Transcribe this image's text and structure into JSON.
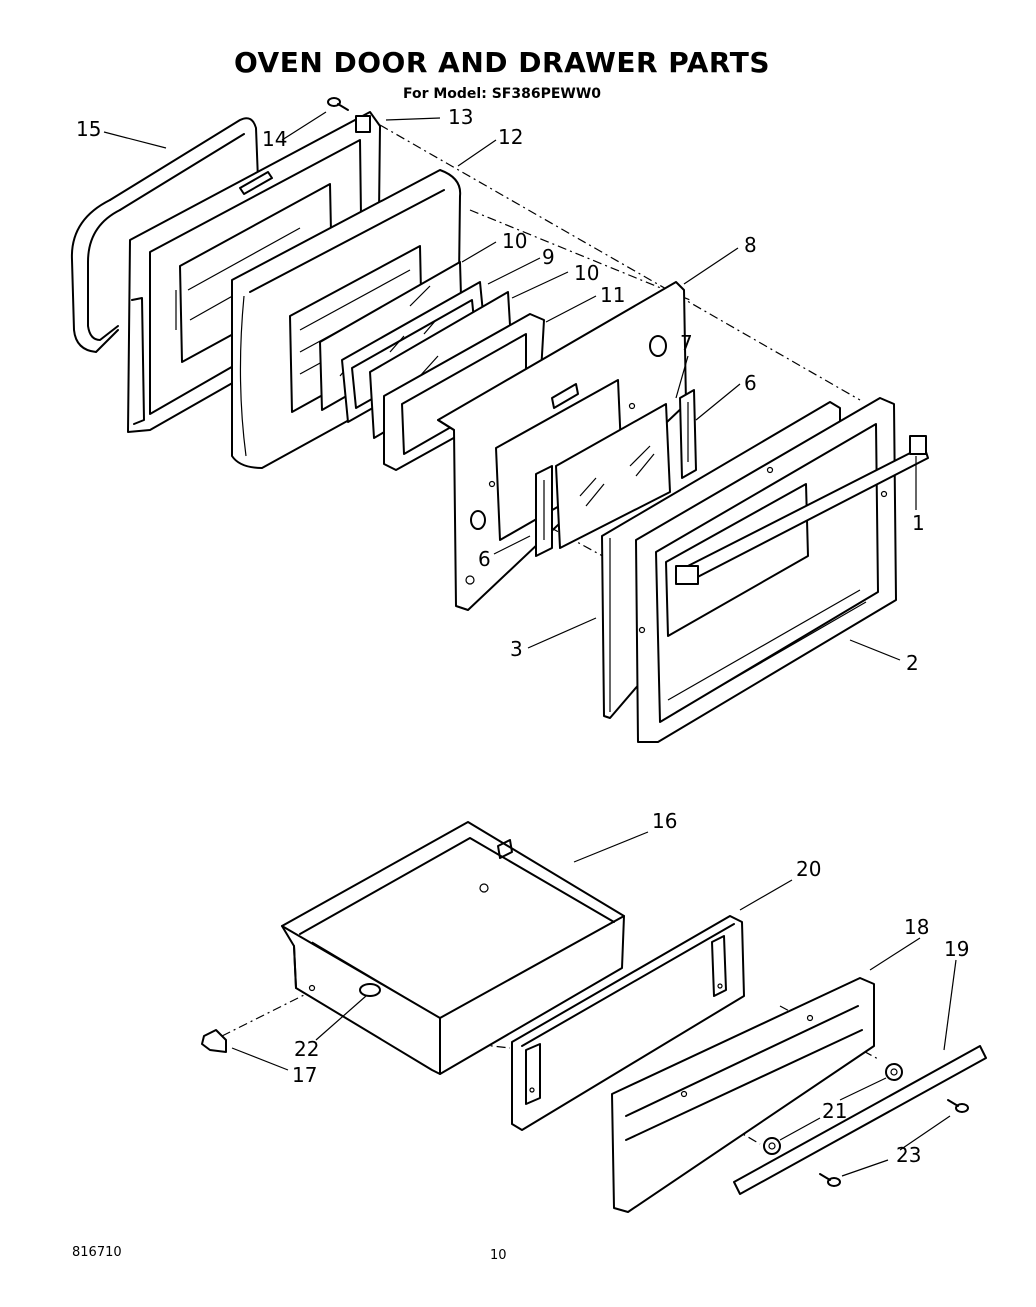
{
  "header": {
    "title": "OVEN DOOR AND DRAWER PARTS",
    "model_line": "For Model: SF386PEWW0"
  },
  "footer": {
    "doc_number": "816710",
    "page_number": "10"
  },
  "callouts": {
    "c1": "1",
    "c2": "2",
    "c3": "3",
    "c6a": "6",
    "c6b": "6",
    "c7": "7",
    "c8": "8",
    "c9": "9",
    "c10a": "10",
    "c10b": "10",
    "c11": "11",
    "c12": "12",
    "c13": "13",
    "c14": "14",
    "c15": "15",
    "c16": "16",
    "c17": "17",
    "c18": "18",
    "c19": "19",
    "c20": "20",
    "c21": "21",
    "c22": "22",
    "c23": "23"
  }
}
